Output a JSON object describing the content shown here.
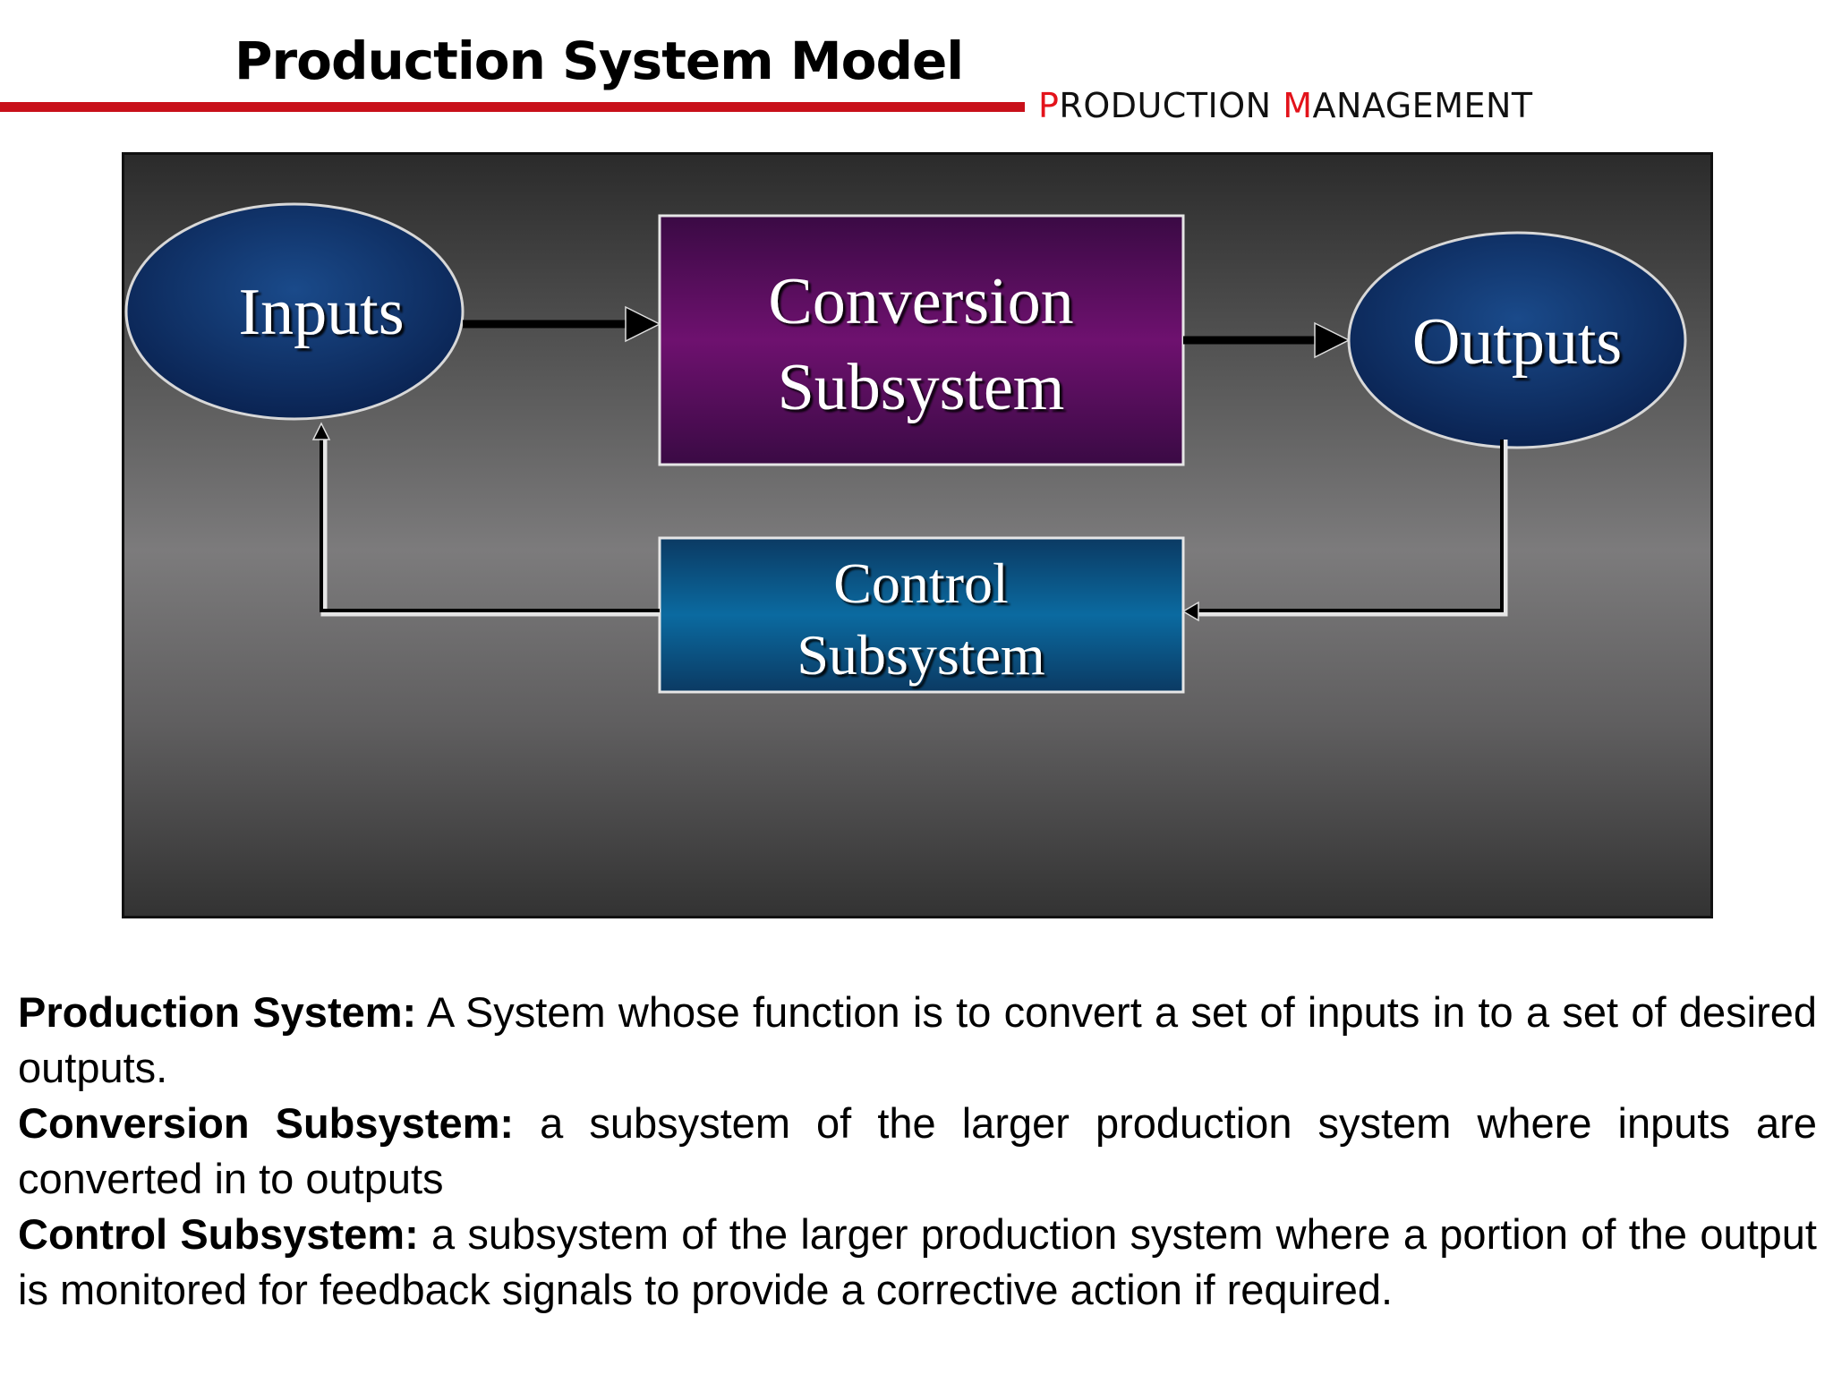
{
  "header": {
    "title": "Production System Model",
    "course_first_cap": "P",
    "course_first_rest": "RODUCTION ",
    "course_second_cap": "M",
    "course_second_rest": "ANAGEMENT"
  },
  "diagram": {
    "inputs_label": "Inputs",
    "conversion_line1": "Conversion",
    "conversion_line2": "Subsystem",
    "outputs_label": "Outputs",
    "control_line1": "Control",
    "control_line2": "Subsystem",
    "colors": {
      "ellipse": "#0e2f66",
      "conversion_box": "#6a1170",
      "control_box": "#0a6a9e",
      "accent_red": "#c8101a"
    }
  },
  "definitions": [
    {
      "term": "Production System:",
      "text": " A System whose function is to convert a set of inputs in to a set of desired outputs."
    },
    {
      "term": "Conversion Subsystem:",
      "text": " a subsystem of the larger production system where inputs are converted in to outputs"
    },
    {
      "term": "Control Subsystem:",
      "text": " a subsystem of the larger production system where a portion of the output is monitored for feedback signals to provide  a corrective action if required."
    }
  ]
}
